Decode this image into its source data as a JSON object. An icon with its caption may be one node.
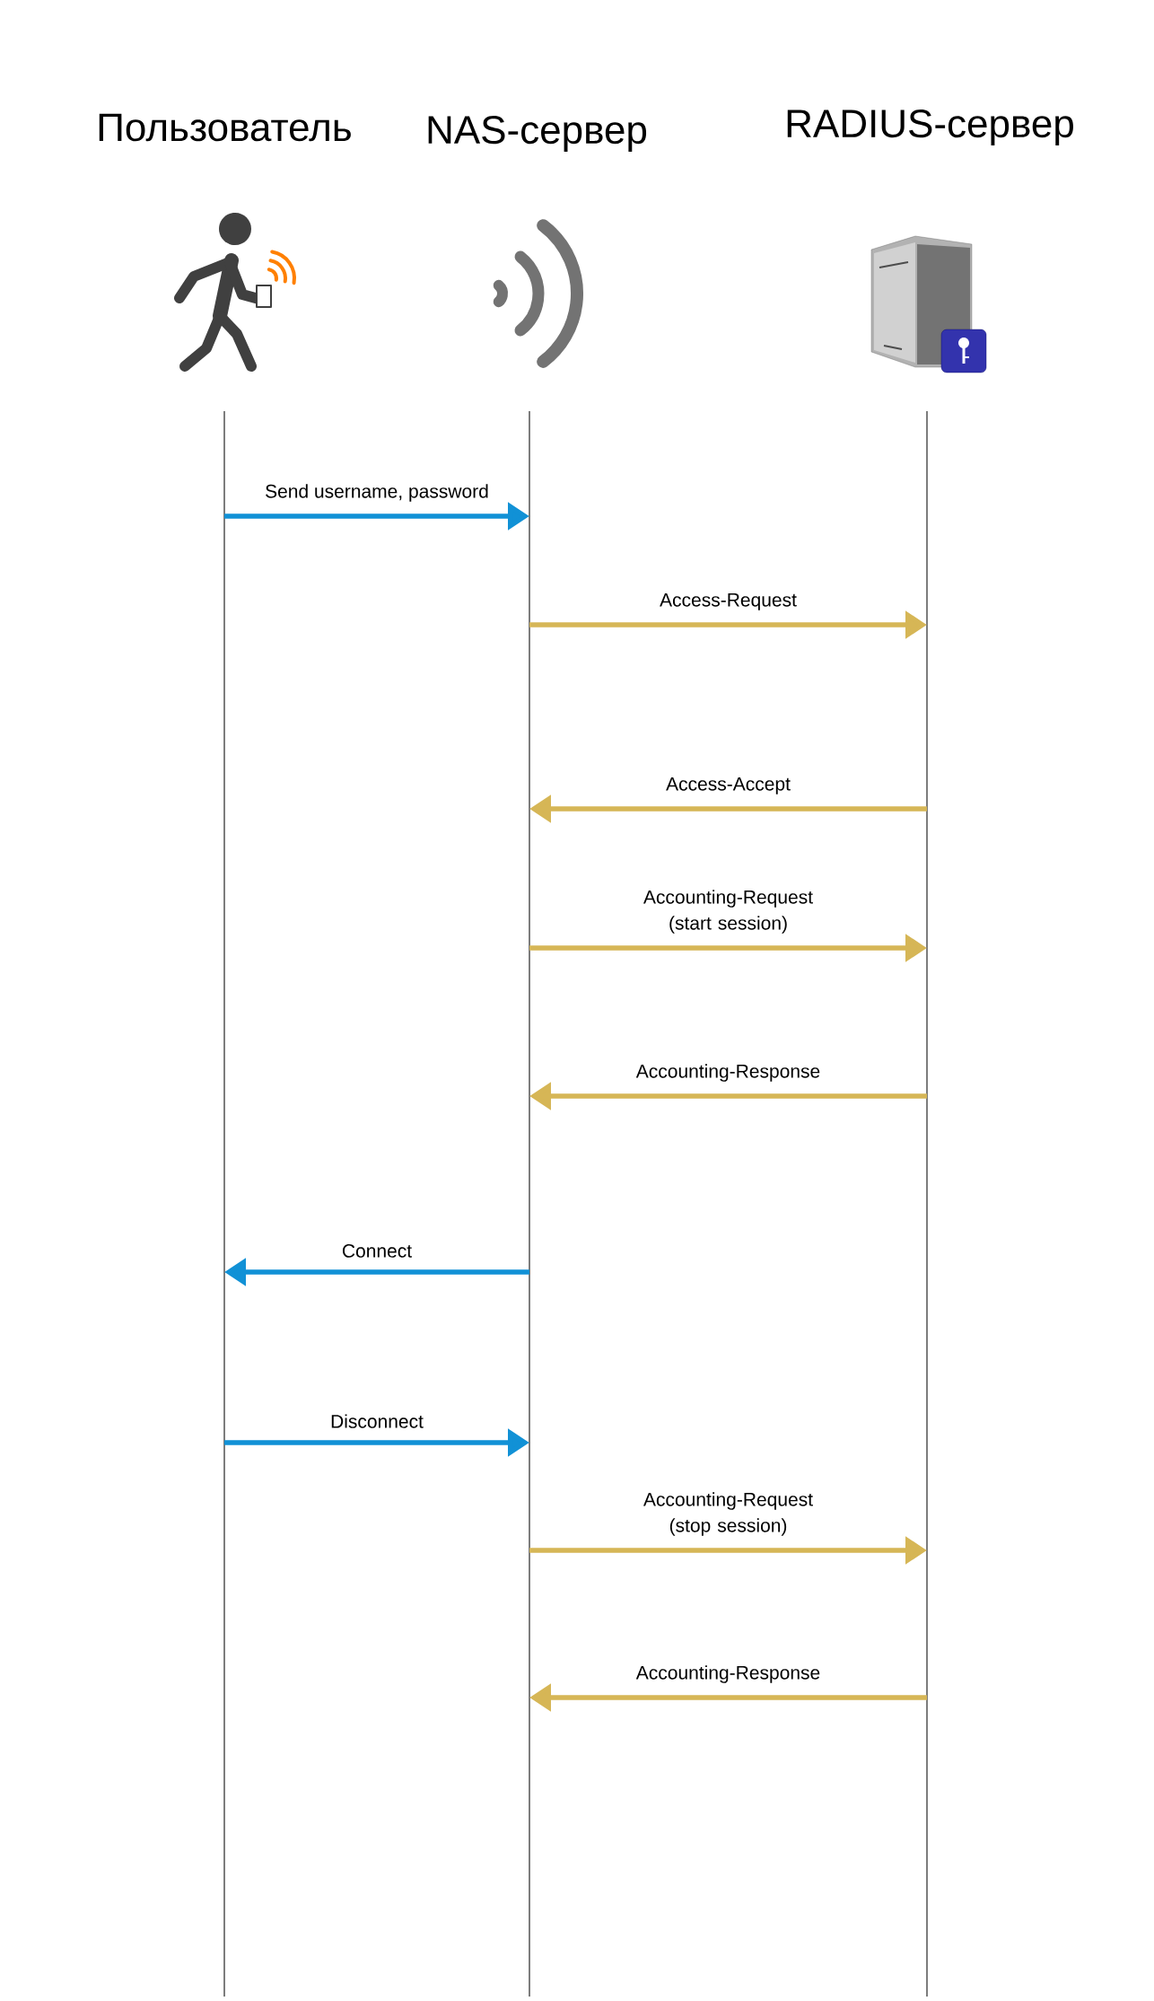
{
  "diagram": {
    "nodes": [
      {
        "text": [
          "Пользователь"
        ]
      },
      {
        "text": [
          "NAS-сервер"
        ]
      },
      {
        "text": [
          "RADIUS-сервер"
        ]
      },
      {
        "text": [],
        "shape": "line"
      },
      {
        "text": [],
        "shape": "line"
      },
      {
        "text": [],
        "shape": "line"
      }
    ],
    "edges": [
      {
        "from": 3,
        "to": 4,
        "arrow": "to",
        "label": "Send username, password",
        "color": "#1191d6"
      },
      {
        "from": 4,
        "to": 5,
        "arrow": "to",
        "label": "Access-Request"
      },
      {
        "from": 5,
        "to": 4,
        "arrow": "to",
        "label": "Access-Accept"
      },
      {
        "from": 4,
        "to": 5,
        "arrow": "to",
        "label": "Accounting-Request (start session)"
      },
      {
        "from": 5,
        "to": 4,
        "arrow": "to",
        "label": "Accounting-Response"
      },
      {
        "from": 4,
        "to": 3,
        "arrow": "to",
        "label": "Connect",
        "color": "#1191d6"
      },
      {
        "from": 3,
        "to": 4,
        "arrow": "to",
        "label": "Disconnect",
        "color": "#1191d6"
      },
      {
        "from": 4,
        "to": 5,
        "arrow": "to",
        "label": "Accounting-Request (stop session)"
      },
      {
        "from": 5,
        "to": 4,
        "arrow": "to",
        "label": "Accounting-Response"
      }
    ]
  }
}
